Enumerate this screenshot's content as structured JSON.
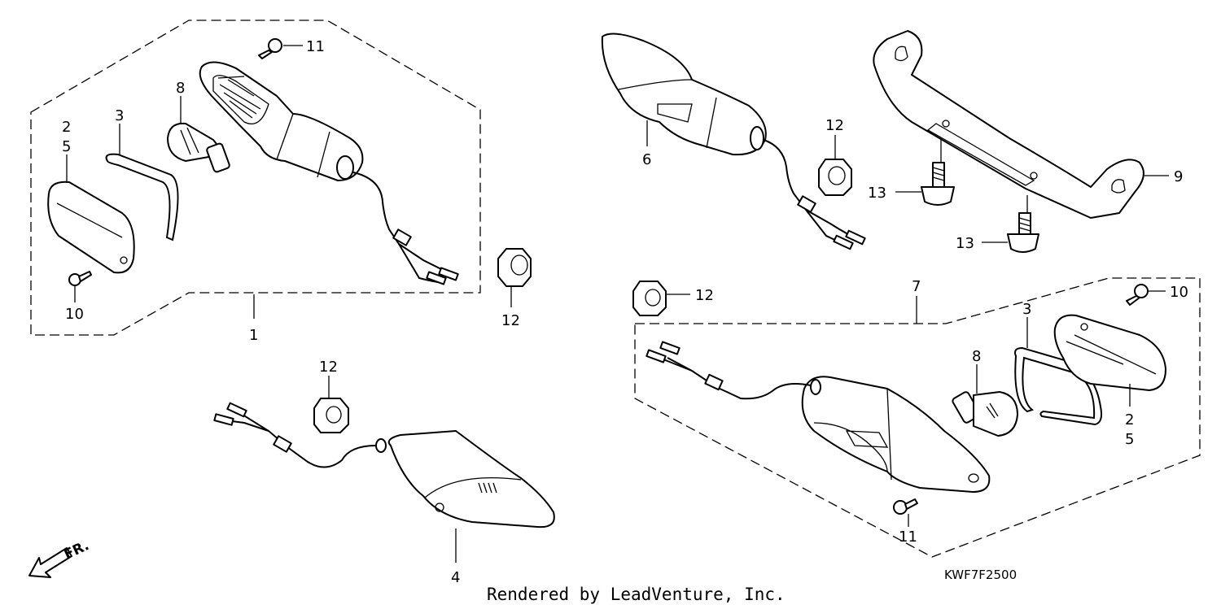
{
  "callouts": {
    "c1": "1",
    "c2a": "2",
    "c5a": "5",
    "c3a": "3",
    "c8a": "8",
    "c11a": "11",
    "c10a": "10",
    "c12a": "12",
    "c12b": "12",
    "c4": "4",
    "c6": "6",
    "c12c": "12",
    "c13a": "13",
    "c13b": "13",
    "c9": "9",
    "c12d": "12",
    "c7": "7",
    "c10b": "10",
    "c3b": "3",
    "c8b": "8",
    "c2b": "2",
    "c5b": "5",
    "c11b": "11"
  },
  "diagram_code": "KWF7F2500",
  "footer_text": "Rendered by LeadVenture, Inc.",
  "direction_label": "FR."
}
